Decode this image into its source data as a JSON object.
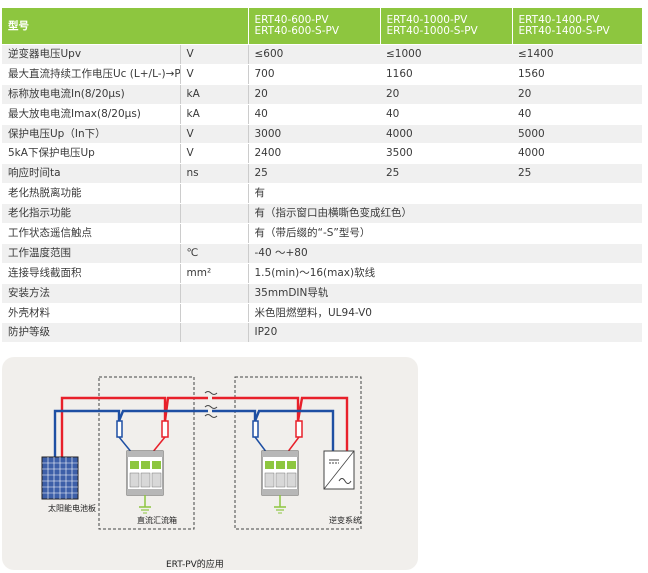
{
  "table": {
    "header": {
      "name": "型号",
      "models": [
        [
          "ERT40-600-PV",
          "ERT40-600-S-PV"
        ],
        [
          "ERT40-1000-PV",
          "ERT40-1000-S-PV"
        ],
        [
          "ERT40-1400-PV",
          "ERT40-1400-S-PV"
        ]
      ]
    },
    "rows": [
      {
        "param": "逆变器电压Upv",
        "unit": "V",
        "vals": [
          "≤600",
          "≤1000",
          "≤1400"
        ]
      },
      {
        "param": "最大直流持续工作电压Uc (L+/L-)→PE",
        "unit": "V",
        "vals": [
          "700",
          "1160",
          "1560"
        ]
      },
      {
        "param": "标称放电电流In(8/20μs)",
        "unit": "kA",
        "vals": [
          "20",
          "20",
          "20"
        ]
      },
      {
        "param": "最大放电电流Imax(8/20μs)",
        "unit": "kA",
        "vals": [
          "40",
          "40",
          "40"
        ]
      },
      {
        "param": "保护电压Up（In下）",
        "unit": "V",
        "vals": [
          "3000",
          "4000",
          "5000"
        ]
      },
      {
        "param": "5kA下保护电压Up",
        "unit": "V",
        "vals": [
          "2400",
          "3500",
          "4000"
        ]
      },
      {
        "param": "响应时间ta",
        "unit": "ns",
        "vals": [
          "25",
          "25",
          "25"
        ]
      },
      {
        "param": "老化热脱离功能",
        "unit": "",
        "span": "有"
      },
      {
        "param": "老化指示功能",
        "unit": "",
        "span": "有（指示窗口由横嘶色变成红色）"
      },
      {
        "param": "工作状态遥信触点",
        "unit": "",
        "span": "有（带后缀的“-S”型号）"
      },
      {
        "param": "工作温度范围",
        "unit": "℃",
        "span": "-40 ～+80"
      },
      {
        "param": "连接导线截面积",
        "unit": "mm²",
        "span": "1.5(min)～16(max)软线"
      },
      {
        "param": "安装方法",
        "unit": "",
        "span": "35mmDIN导轨"
      },
      {
        "param": "外壳材料",
        "unit": "",
        "span": "米色阻燃塑料，UL94-V0"
      },
      {
        "param": "防护等级",
        "unit": "",
        "span": "IP20"
      }
    ]
  },
  "diagram": {
    "solar_label": "太阳能电池板",
    "combiner_label": "直流汇流箱",
    "inverter_label": "逆变系统",
    "caption": "ERT-PV的应用",
    "colors": {
      "positive": "#e8202a",
      "negative": "#1e4fa3",
      "accent": "#8dc63f"
    }
  }
}
